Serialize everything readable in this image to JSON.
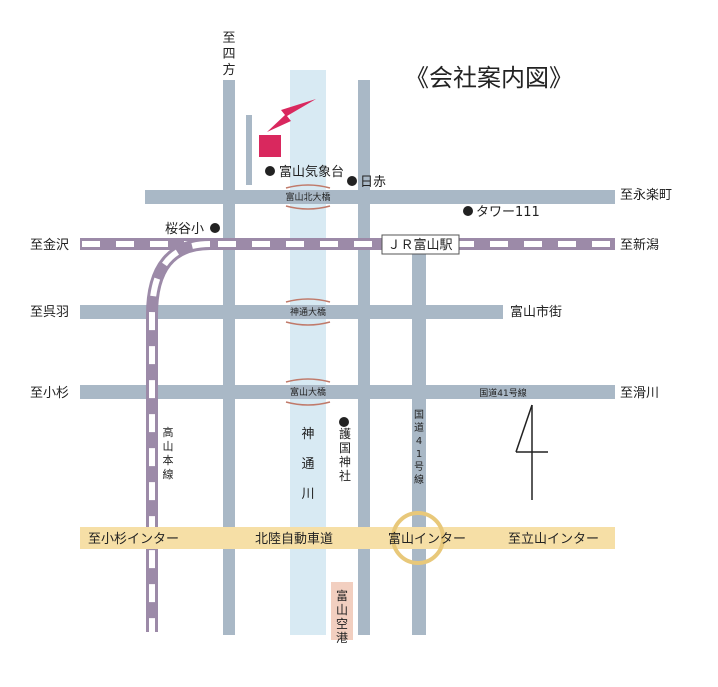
{
  "title": "《会社案内図》",
  "destinations": {
    "north": "至四方",
    "east_top": "至永楽町",
    "west_rail": "至金沢",
    "east_rail": "至新潟",
    "west_mid": "至呉羽",
    "west_low": "至小杉",
    "east_low": "至滑川"
  },
  "landmarks": {
    "weather_station": "富山気象台",
    "red_cross": "日赤",
    "tower": "タワー111",
    "school": "桜谷小",
    "shrine": "護国神社"
  },
  "bridges": {
    "north": "富山北大橋",
    "middle": "神通大橋",
    "south": "富山大橋"
  },
  "station": "ＪＲ富山駅",
  "street": "富山市街",
  "route41": "国道41号線",
  "route41_vertical": "国道41号線",
  "rail_line": "高山本線",
  "river": "神通川",
  "airport": "富山空港",
  "expressway": {
    "west": "至小杉インター",
    "name": "北陸自動車道",
    "interchange": "富山インター",
    "east": "至立山インター"
  },
  "colors": {
    "road": "#a9b8c6",
    "river": "#d8eaf3",
    "rail": "#9c8aa8",
    "expressway": "#f6dfa6",
    "marker": "#d9285e",
    "airport_road": "#f2cfc0"
  }
}
